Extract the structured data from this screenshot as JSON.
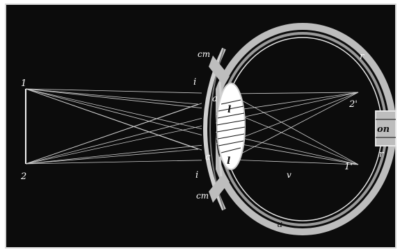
{
  "figure": {
    "colors": {
      "background": "#0c0c0c",
      "frame": "#d8d8d8",
      "line": "#f2f2f2",
      "sclera": "#bdbdbd",
      "lens": "#ffffff"
    },
    "labels": {
      "object_top": "1",
      "object_bottom": "2",
      "image_top": "2'",
      "image_bottom": "1'",
      "ciliary_top": "cm",
      "ciliary_bottom": "cm",
      "iris_top": "i",
      "iris_bottom": "i",
      "aqueous_top": "a",
      "aqueous_bottom": "a",
      "lens_top": "l",
      "lens_bottom": "l",
      "vitreous": "v",
      "retina_top": "r",
      "retina_right": "r",
      "optic_nerve": "on",
      "choroid": "u"
    }
  }
}
